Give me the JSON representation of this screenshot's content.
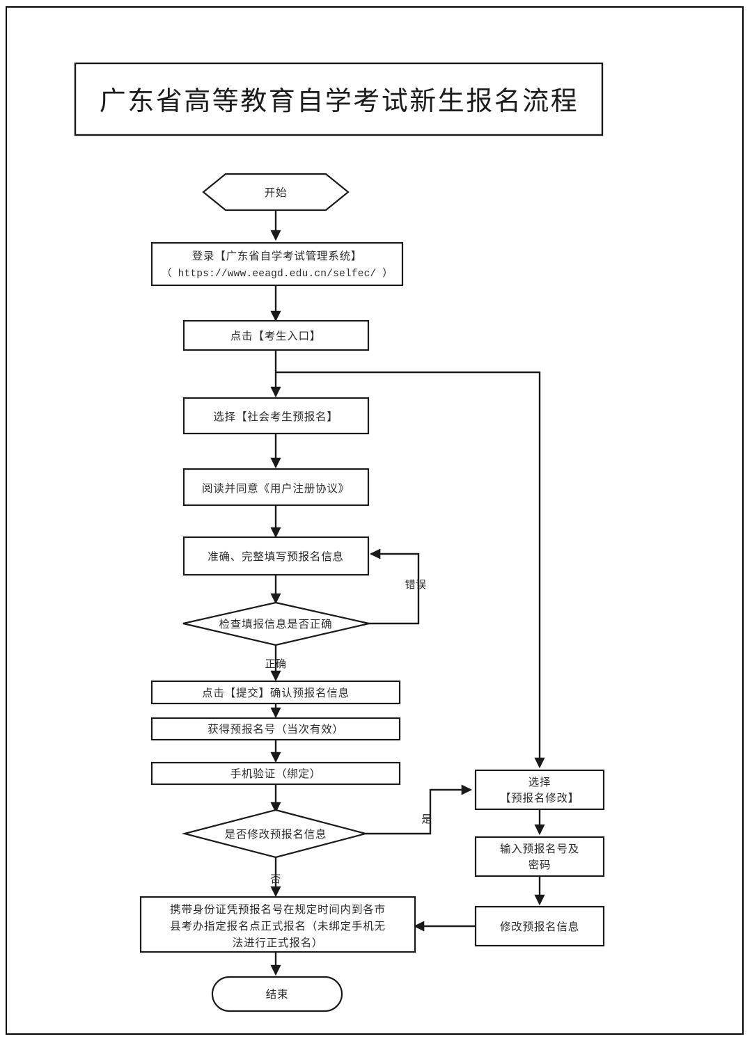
{
  "document": {
    "title": "广东省高等教育自学考试新生报名流程",
    "page_border_color": "#000000",
    "line_color": "#1a1a1a",
    "text_color": "#2b2b2b",
    "background": "#ffffff"
  },
  "chart_data": {
    "type": "diagram",
    "diagram_type": "flowchart",
    "title": "广东省高等教育自学考试新生报名流程",
    "orientation": "top-to-bottom",
    "nodes": [
      {
        "id": "start",
        "shape": "hexagon",
        "lines": [
          "开始"
        ]
      },
      {
        "id": "login",
        "shape": "rect",
        "lines": [
          "登录【广东省自学考试管理系统】",
          "（ https://www.eeagd.edu.cn/selfec/ ）"
        ]
      },
      {
        "id": "entrance",
        "shape": "rect",
        "lines": [
          "点击【考生入口】"
        ]
      },
      {
        "id": "prereg",
        "shape": "rect",
        "lines": [
          "选择【社会考生预报名】"
        ]
      },
      {
        "id": "agreement",
        "shape": "rect",
        "lines": [
          "阅读并同意《用户注册协议》"
        ]
      },
      {
        "id": "fillinfo",
        "shape": "rect",
        "lines": [
          "准确、完整填写预报名信息"
        ]
      },
      {
        "id": "checkinfo",
        "shape": "diamond",
        "lines": [
          "检查填报信息是否正确"
        ]
      },
      {
        "id": "submit",
        "shape": "rect",
        "lines": [
          "点击【提交】确认预报名信息"
        ]
      },
      {
        "id": "getnumber",
        "shape": "rect",
        "lines": [
          "获得预报名号（当次有效）"
        ]
      },
      {
        "id": "phone",
        "shape": "rect",
        "lines": [
          "手机验证（绑定）"
        ]
      },
      {
        "id": "modifyq",
        "shape": "diamond",
        "lines": [
          "是否修改预报名信息"
        ]
      },
      {
        "id": "formal",
        "shape": "rect",
        "lines": [
          "携带身份证凭预报名号在规定时间内到各市",
          "县考办指定报名点正式报名（未绑定手机无",
          "法进行正式报名）"
        ]
      },
      {
        "id": "end",
        "shape": "stadium",
        "lines": [
          "结束"
        ]
      },
      {
        "id": "selectmod",
        "shape": "rect",
        "lines": [
          "选择",
          "【预报名修改】"
        ]
      },
      {
        "id": "inputnum",
        "shape": "rect",
        "lines": [
          "输入预报名号及",
          "密码"
        ]
      },
      {
        "id": "modifyinfo",
        "shape": "rect",
        "lines": [
          "修改预报名信息"
        ]
      }
    ],
    "edges": [
      {
        "from": "start",
        "to": "login",
        "label": ""
      },
      {
        "from": "login",
        "to": "entrance",
        "label": ""
      },
      {
        "from": "entrance",
        "to": "prereg",
        "label": ""
      },
      {
        "from": "entrance",
        "to": "selectmod",
        "label": ""
      },
      {
        "from": "prereg",
        "to": "agreement",
        "label": ""
      },
      {
        "from": "agreement",
        "to": "fillinfo",
        "label": ""
      },
      {
        "from": "fillinfo",
        "to": "checkinfo",
        "label": ""
      },
      {
        "from": "checkinfo",
        "to": "fillinfo",
        "label": "错误"
      },
      {
        "from": "checkinfo",
        "to": "submit",
        "label": "正确"
      },
      {
        "from": "submit",
        "to": "getnumber",
        "label": ""
      },
      {
        "from": "getnumber",
        "to": "phone",
        "label": ""
      },
      {
        "from": "phone",
        "to": "modifyq",
        "label": ""
      },
      {
        "from": "modifyq",
        "to": "selectmod",
        "label": "是"
      },
      {
        "from": "modifyq",
        "to": "formal",
        "label": "否"
      },
      {
        "from": "selectmod",
        "to": "inputnum",
        "label": ""
      },
      {
        "from": "inputnum",
        "to": "modifyinfo",
        "label": ""
      },
      {
        "from": "modifyinfo",
        "to": "formal",
        "label": ""
      },
      {
        "from": "formal",
        "to": "end",
        "label": ""
      }
    ],
    "edge_labels": [
      "错误",
      "正确",
      "是",
      "否"
    ]
  },
  "nodes": {
    "start": {
      "l1": "开始"
    },
    "login": {
      "l1": "登录【广东省自学考试管理系统】",
      "l2": "（ https://www.eeagd.edu.cn/selfec/ ）"
    },
    "entrance": {
      "l1": "点击【考生入口】"
    },
    "prereg": {
      "l1": "选择【社会考生预报名】"
    },
    "agreement": {
      "l1": "阅读并同意《用户注册协议》"
    },
    "fillinfo": {
      "l1": "准确、完整填写预报名信息"
    },
    "checkinfo": {
      "l1": "检查填报信息是否正确"
    },
    "submit": {
      "l1": "点击【提交】确认预报名信息"
    },
    "getnumber": {
      "l1": "获得预报名号（当次有效）"
    },
    "phone": {
      "l1": "手机验证（绑定）"
    },
    "modifyq": {
      "l1": "是否修改预报名信息"
    },
    "formal": {
      "l1": "携带身份证凭预报名号在规定时间内到各市",
      "l2": "县考办指定报名点正式报名（未绑定手机无",
      "l3": "法进行正式报名）"
    },
    "end": {
      "l1": "结束"
    },
    "selectmod": {
      "l1": "选择",
      "l2": "【预报名修改】"
    },
    "inputnum": {
      "l1": "输入预报名号及",
      "l2": "密码"
    },
    "modifyinfo": {
      "l1": "修改预报名信息"
    }
  },
  "labels": {
    "error": "错误",
    "correct": "正确",
    "yes": "是",
    "no": "否"
  }
}
